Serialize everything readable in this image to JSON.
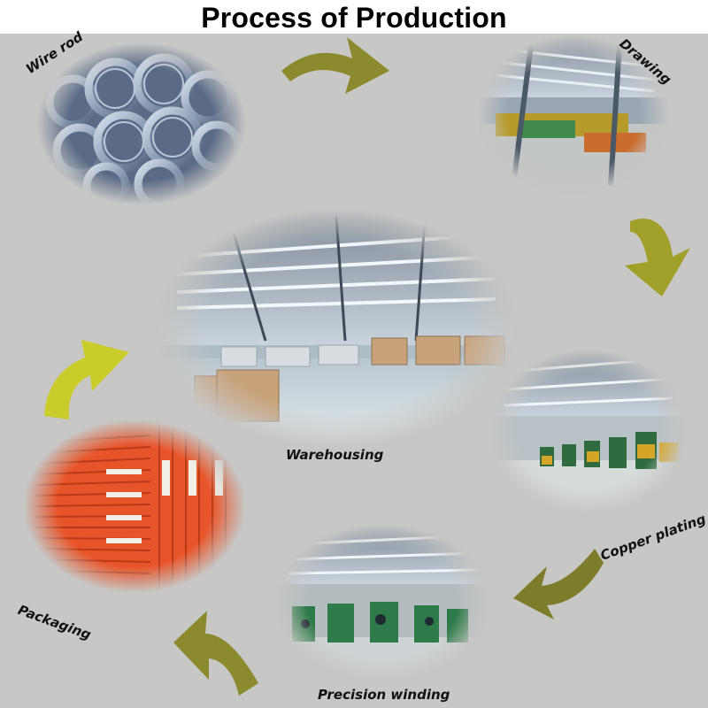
{
  "title": "Process of Production",
  "steps": {
    "wire_rod": "Wire rod",
    "drawing": "Drawing",
    "copper_plating": "Copper plating",
    "precision_winding": "Precision winding",
    "packaging": "Packaging",
    "warehousing": "Warehousing"
  },
  "colors": {
    "background": "#c7c7c5",
    "arrow_dark": "#8b8a2e",
    "arrow_light": "#c9cc2a",
    "package_orange": "#e8542a"
  }
}
